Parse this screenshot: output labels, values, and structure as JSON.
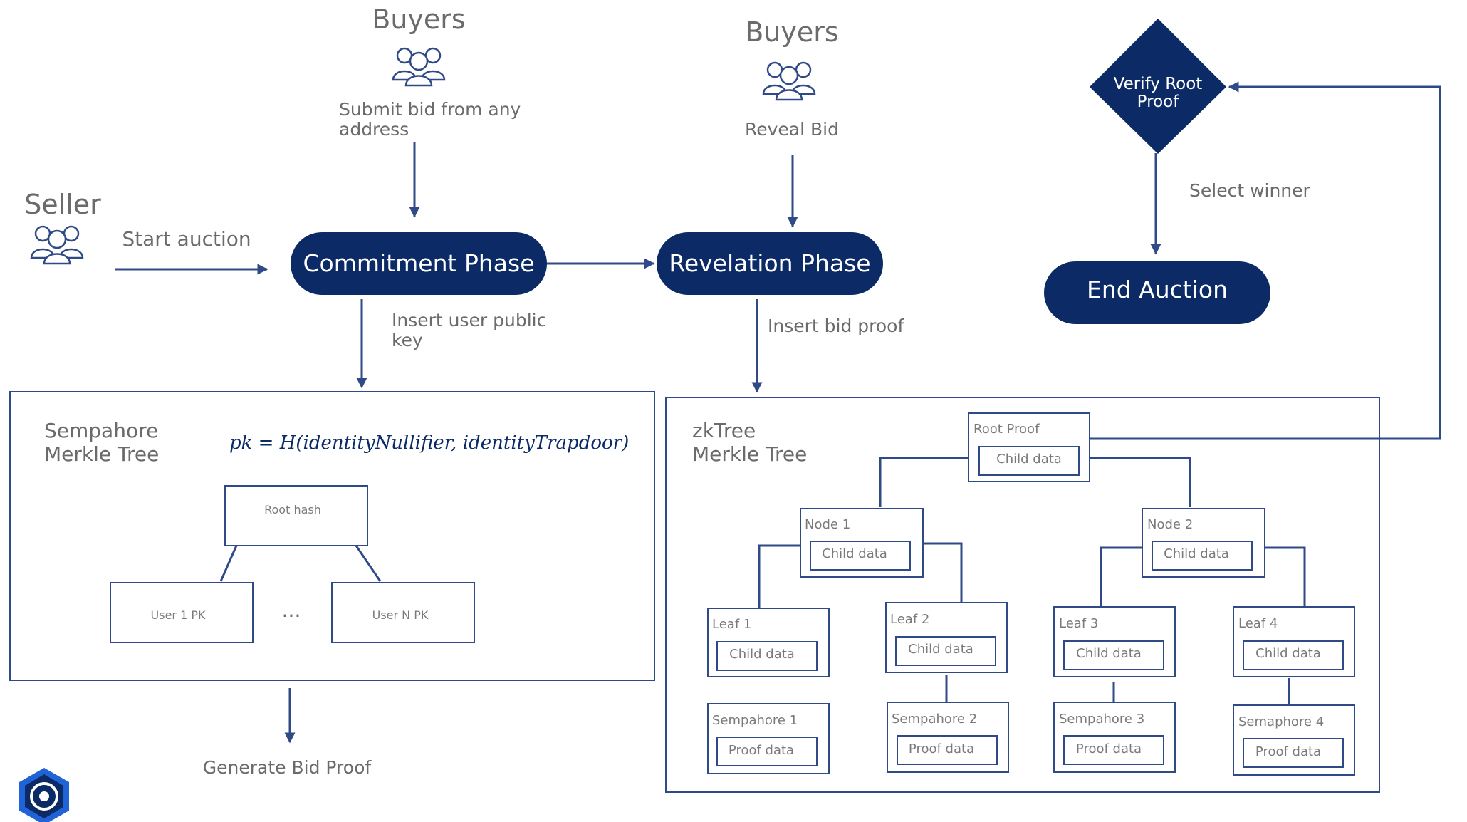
{
  "colors": {
    "navy": "#0b2a66",
    "line": "#2f4a86",
    "text": "#6b6b6b"
  },
  "actors": {
    "seller": "Seller",
    "buyers_commit": "Buyers",
    "buyers_reveal": "Buyers"
  },
  "labels": {
    "start_auction": "Start auction",
    "submit_bid_l1": "Submit bid from any",
    "submit_bid_l2": "address",
    "reveal_bid": "Reveal Bid",
    "insert_pk_l1": "Insert user public",
    "insert_pk_l2": "key",
    "insert_bid_proof": "Insert bid proof",
    "select_winner": "Select winner",
    "generate_bid_proof": "Generate Bid Proof"
  },
  "phases": {
    "commitment": "Commitment Phase",
    "revelation": "Revelation Phase",
    "end": "End Auction"
  },
  "decision": {
    "line1": "Verify Root",
    "line2": "Proof"
  },
  "semaphore_tree": {
    "title_l1": "Sempahore",
    "title_l2": "Merkle Tree",
    "formula": "pk = H(identityNullifier, identityTrapdoor)",
    "root": "Root hash",
    "user1": "User 1 PK",
    "ellipsis": "...",
    "userN": "User N PK"
  },
  "zk_tree": {
    "title_l1": "zkTree",
    "title_l2": "Merkle Tree",
    "root_label": "Root Proof",
    "root_child": "Child data",
    "node1_label": "Node 1",
    "node1_child": "Child data",
    "node2_label": "Node 2",
    "node2_child": "Child data",
    "leaves": [
      {
        "label": "Leaf 1",
        "child": "Child data"
      },
      {
        "label": "Leaf 2",
        "child": "Child data"
      },
      {
        "label": "Leaf 3",
        "child": "Child data"
      },
      {
        "label": "Leaf 4",
        "child": "Child data"
      }
    ],
    "semaphores": [
      {
        "label": "Sempahore 1",
        "child": "Proof data"
      },
      {
        "label": "Sempahore 2",
        "child": "Proof data"
      },
      {
        "label": "Sempahore 3",
        "child": "Proof data"
      },
      {
        "label": "Semaphore 4",
        "child": "Proof data"
      }
    ]
  },
  "icons": {
    "users": "users-group-icon",
    "logo": "logo-icon"
  }
}
